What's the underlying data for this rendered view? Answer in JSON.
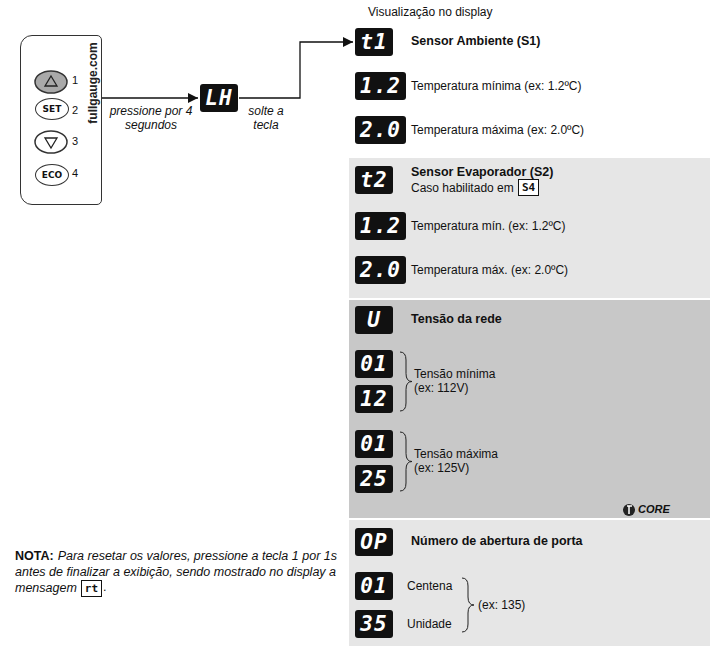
{
  "diagram": {
    "nodes": [
      {
        "text": [
          "fullgauge.com"
        ]
      },
      {
        "text": [
          "SET"
        ],
        "in": 0
      },
      {
        "text": [
          "ECO"
        ],
        "in": 0
      },
      {
        "text": [
          "LH"
        ]
      },
      {
        "text": [
          "t1",
          "Sensor Ambiente (S1)"
        ]
      },
      {
        "text": [
          "1.2",
          "Temperatura mínima (ex: 1.2ºC)"
        ]
      },
      {
        "text": [
          "2.0",
          "Temperatura máxima (ex: 2.0ºC)"
        ]
      },
      {
        "text": [
          "t2",
          "Sensor Evaporador (S2)",
          "Caso habilitado em"
        ]
      },
      {
        "text": [
          "S4"
        ],
        "in": 7
      },
      {
        "text": [
          "1.2",
          "Temperatura mín. (ex: 1.2ºC)"
        ]
      },
      {
        "text": [
          "2.0",
          "Temperatura máx. (ex: 2.0ºC)"
        ]
      },
      {
        "text": [
          "U",
          "Tensão da rede"
        ]
      },
      {
        "text": [
          "01",
          "Tensão mínima (ex: 112V)"
        ]
      },
      {
        "text": [
          "12"
        ]
      },
      {
        "text": [
          "01",
          "Tensão máxima (ex: 125V)"
        ]
      },
      {
        "text": [
          "25"
        ]
      },
      {
        "text": [
          "OP",
          "Número de abertura de porta"
        ]
      },
      {
        "text": [
          "01",
          "Centena"
        ]
      },
      {
        "text": [
          "35",
          "Unidade"
        ]
      },
      {
        "text": [
          "rt"
        ]
      }
    ],
    "edges": [
      {
        "from": 0,
        "to": 3,
        "arrow": "to",
        "label": "pressione por 4 segundos"
      },
      {
        "from": 3,
        "to": 4,
        "arrow": "to",
        "label": "solte a tecla"
      }
    ],
    "labels": [
      "Visualização no display",
      "1",
      "2",
      "3",
      "4",
      "CORE",
      "(ex: 135)",
      "NOTA:",
      "Para resetar os valores, pressione a tecla 1 por 1s antes de finalizar a exibição, sendo mostrado no display a mensagem",
      "."
    ]
  }
}
